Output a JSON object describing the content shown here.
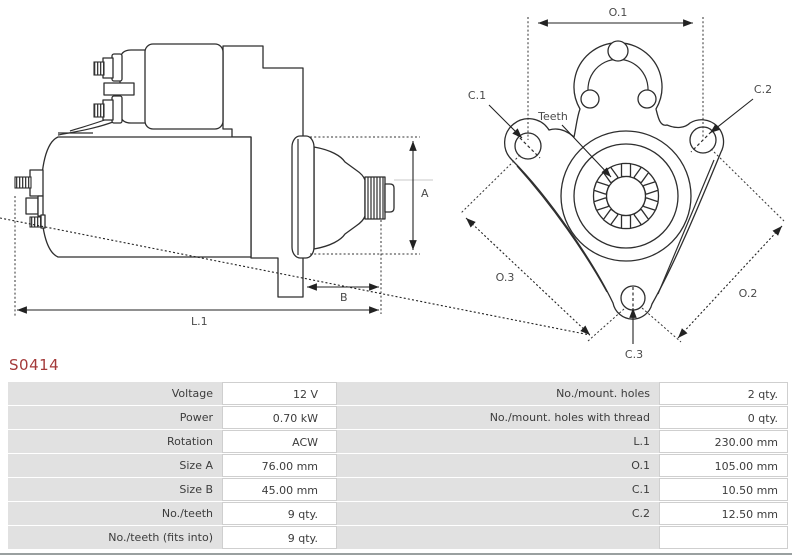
{
  "page": {
    "part_number": "S0414"
  },
  "drawing": {
    "side_view": {
      "dim_a": "A",
      "dim_b": "B",
      "dim_l1": "L.1"
    },
    "front_view": {
      "dim_o1": "O.1",
      "dim_o2": "O.2",
      "dim_o3": "O.3",
      "dim_c1": "C.1",
      "dim_c2": "C.2",
      "dim_c3": "C.3",
      "teeth_label": "Teeth"
    }
  },
  "spec_table": {
    "rows": [
      {
        "left_label": "Voltage",
        "left_value": "12 V",
        "right_label": "No./mount. holes",
        "right_value": "2 qty."
      },
      {
        "left_label": "Power",
        "left_value": "0.70 kW",
        "right_label": "No./mount. holes with thread",
        "right_value": "0 qty."
      },
      {
        "left_label": "Rotation",
        "left_value": "ACW",
        "right_label": "L.1",
        "right_value": "230.00 mm"
      },
      {
        "left_label": "Size A",
        "left_value": "76.00 mm",
        "right_label": "O.1",
        "right_value": "105.00 mm"
      },
      {
        "left_label": "Size B",
        "left_value": "45.00 mm",
        "right_label": "C.1",
        "right_value": "10.50 mm"
      },
      {
        "left_label": "No./teeth",
        "left_value": "9 qty.",
        "right_label": "C.2",
        "right_value": "12.50 mm"
      },
      {
        "left_label": "No./teeth (fits into)",
        "left_value": "9 qty.",
        "right_label": "",
        "right_value": ""
      }
    ]
  },
  "colors": {
    "part_number": "#a43a3a",
    "table_label_bg": "#e1e1e1",
    "table_value_bg": "#ffffff",
    "drawing_line": "#2e2e2e"
  }
}
